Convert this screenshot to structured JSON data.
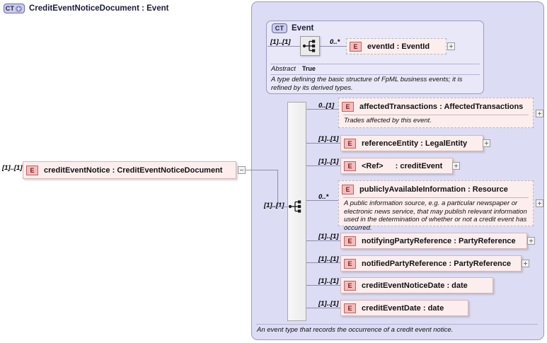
{
  "diagram": {
    "root_element": {
      "cardinality": "[1]..[1]",
      "badge": "E",
      "name": "creditEventNotice",
      "separator": ":",
      "type": "CreditEventNoticeDocument",
      "toggle": "minus"
    },
    "complex_type": {
      "badge": "CT",
      "badge_plus": true,
      "title": "CreditEventNoticeDocument : Event",
      "annotation": "An event type that records the occurrence of a credit event notice."
    },
    "base_type": {
      "badge": "CT",
      "title": "Event",
      "cardinality": "[1]..[1]",
      "compositor": "sequence-icon",
      "abstract_key": "Abstract",
      "abstract_value": "True",
      "annotation": "A type defining the basic structure of FpML business events; it is refined by its derived types.",
      "children": [
        {
          "cardinality": "0..*",
          "badge": "E",
          "name": "eventId",
          "separator": ":",
          "type": "EventId",
          "style": "optional",
          "toggle": "plus",
          "description": ""
        }
      ]
    },
    "extension": {
      "cardinality": "[1]..[1]",
      "compositor": "sequence-icon",
      "children": [
        {
          "cardinality": "0..[1]",
          "badge": "E",
          "name": "affectedTransactions",
          "separator": ":",
          "type": "AffectedTransactions",
          "style": "optional",
          "toggle": "plus",
          "description": "Trades affected by this event."
        },
        {
          "cardinality": "[1]..[1]",
          "badge": "E",
          "name": "referenceEntity",
          "separator": ":",
          "type": "LegalEntity",
          "style": "required",
          "toggle": "plus",
          "description": ""
        },
        {
          "cardinality": "[1]..[1]",
          "badge": "E",
          "name": "<Ref>",
          "separator": ":",
          "type": "creditEvent",
          "style": "required",
          "toggle": "plus",
          "description": ""
        },
        {
          "cardinality": "0..*",
          "badge": "E",
          "name": "publiclyAvailableInformation",
          "separator": ":",
          "type": "Resource",
          "style": "optional",
          "toggle": "plus",
          "description": "A public information source, e.g. a particular newspaper or electronic news service, that may publish relevant information used in the determination of whether or not a credit event has occurred."
        },
        {
          "cardinality": "[1]..[1]",
          "badge": "E",
          "name": "notifyingPartyReference",
          "separator": ":",
          "type": "PartyReference",
          "style": "required",
          "toggle": "plus",
          "description": ""
        },
        {
          "cardinality": "[1]..[1]",
          "badge": "E",
          "name": "notifiedPartyReference",
          "separator": ":",
          "type": "PartyReference",
          "style": "required",
          "toggle": "plus",
          "description": ""
        },
        {
          "cardinality": "[1]..[1]",
          "badge": "E",
          "name": "creditEventNoticeDate",
          "separator": ":",
          "type": "date",
          "style": "required",
          "toggle": "none",
          "description": ""
        },
        {
          "cardinality": "[1]..[1]",
          "badge": "E",
          "name": "creditEventDate",
          "separator": ":",
          "type": "date",
          "style": "required",
          "toggle": "none",
          "description": ""
        }
      ]
    },
    "colors": {
      "container_bg": "#dcdcf4",
      "container_border": "#9a9ac4",
      "inner_bg": "#e8e8f8",
      "element_bg": "#fdeeee",
      "element_border": "#d8b4b4",
      "badge_bg": "#f6bcbc"
    }
  }
}
